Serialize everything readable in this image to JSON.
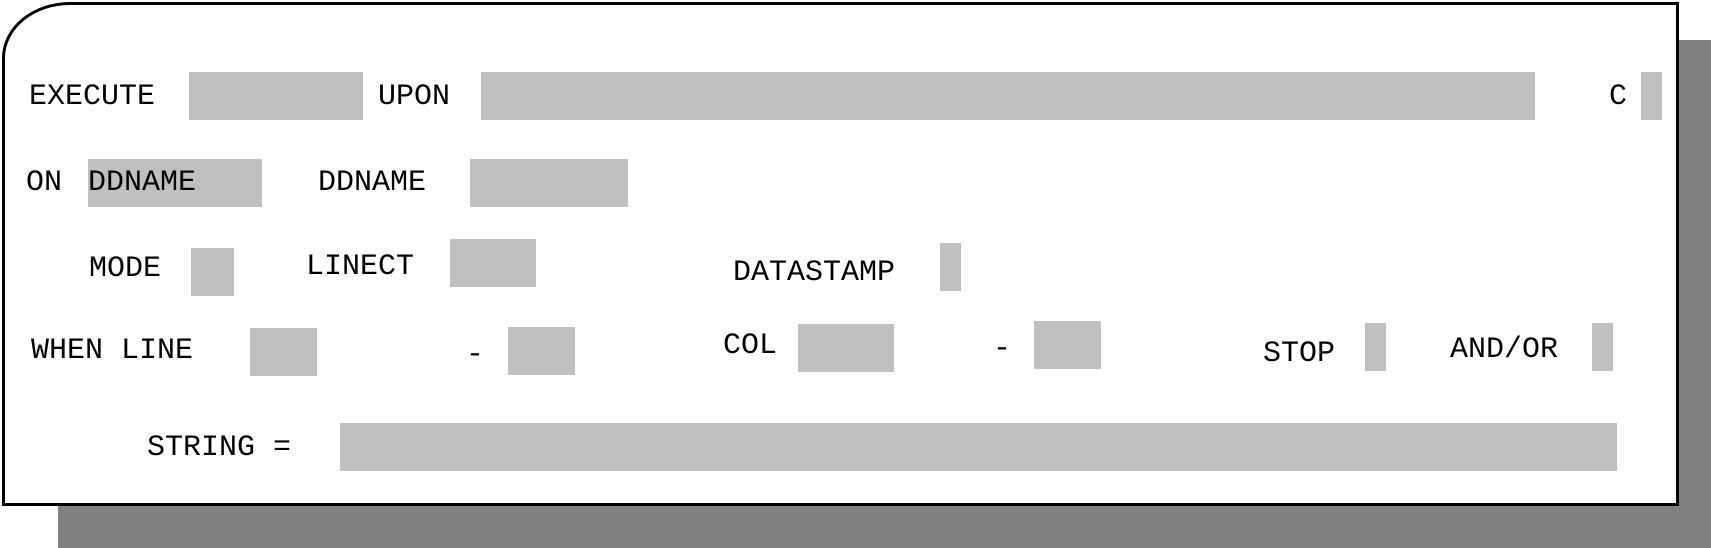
{
  "labels": {
    "execute": "EXECUTE",
    "upon": "UPON",
    "c": "C",
    "on": "ON",
    "ddname": "DDNAME",
    "mode": "MODE",
    "linect": "LINECT",
    "datastamp": "DATASTAMP",
    "when_line": "WHEN LINE",
    "line_dash": "-",
    "col": "COL",
    "col_dash": "-",
    "stop": "STOP",
    "and_or": "AND/OR",
    "string": "STRING ="
  },
  "fields": {
    "execute": "",
    "upon": "",
    "c": "",
    "on_ddname": "DDNAME",
    "ddname": "",
    "mode": "",
    "linect": "",
    "datastamp": "",
    "line_from": "",
    "line_to": "",
    "col_from": "",
    "col_to": "",
    "stop": "",
    "and_or": "",
    "string": ""
  },
  "colors": {
    "field_bg": "#c0c0c0",
    "shadow": "#808080",
    "border": "#000000"
  }
}
